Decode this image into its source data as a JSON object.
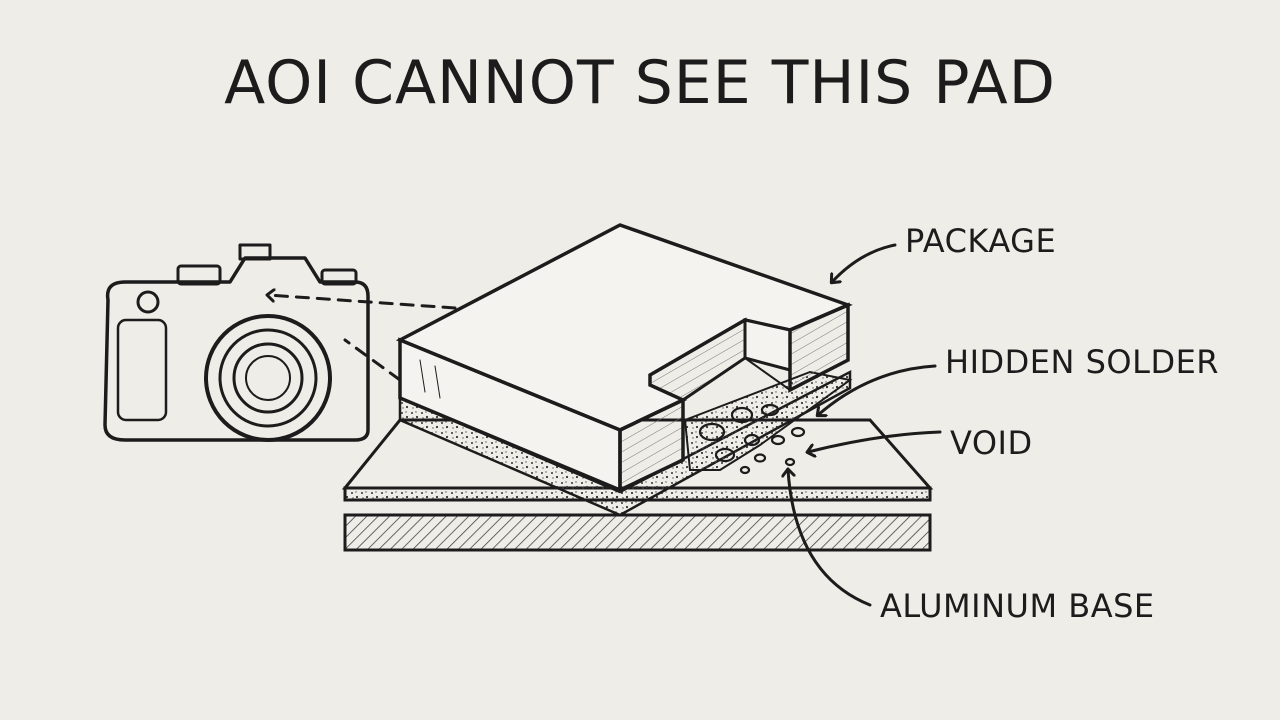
{
  "title": "AOI CANNOT SEE THIS PAD",
  "labels": {
    "package": "PACKAGE",
    "hidden_solder": "HIDDEN SOLDER",
    "void": "VOID",
    "aluminum_base": "ALUMINUM BASE"
  },
  "icons": [
    "camera-icon"
  ],
  "colors": {
    "paper": "#efede7",
    "ink": "#1c1c1c"
  }
}
